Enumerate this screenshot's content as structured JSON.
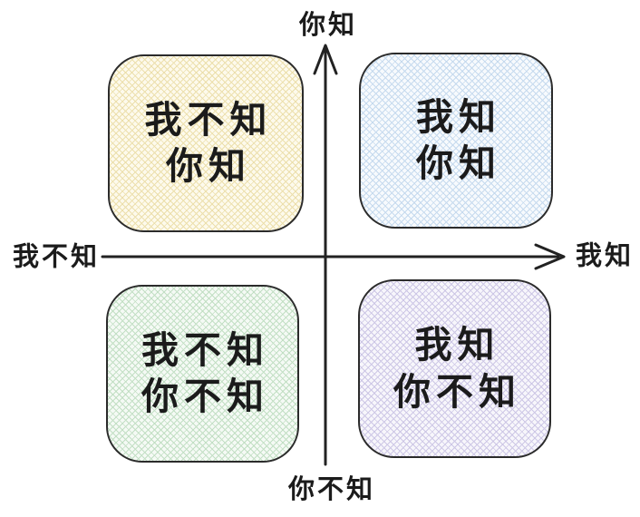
{
  "diagram": {
    "type": "quadrant",
    "description": "Johari window style 2x2 quadrant diagram with hand-drawn axes",
    "text_color": "#1b1b1b",
    "axes": {
      "line_color": "#222222",
      "top_label": "你知",
      "bottom_label": "你不知",
      "left_label": "我不知",
      "right_label": "我知"
    },
    "quadrants": [
      {
        "position": "top-left",
        "line1": "我不知",
        "line2": "你知",
        "base_color": "#fdfaec",
        "hatch_color": "#ecdfac",
        "border_color": "#2b2b2b"
      },
      {
        "position": "top-right",
        "line1": "我知",
        "line2": "你知",
        "base_color": "#f7fafd",
        "hatch_color": "#c6daee",
        "border_color": "#2b2b2b"
      },
      {
        "position": "bottom-left",
        "line1": "我不知",
        "line2": "你不知",
        "base_color": "#f5faf5",
        "hatch_color": "#c2dfc4",
        "border_color": "#2b2b2b"
      },
      {
        "position": "bottom-right",
        "line1": "我知",
        "line2": "你不知",
        "base_color": "#f7f6fb",
        "hatch_color": "#cdc7e6",
        "border_color": "#2b2b2b"
      }
    ]
  }
}
